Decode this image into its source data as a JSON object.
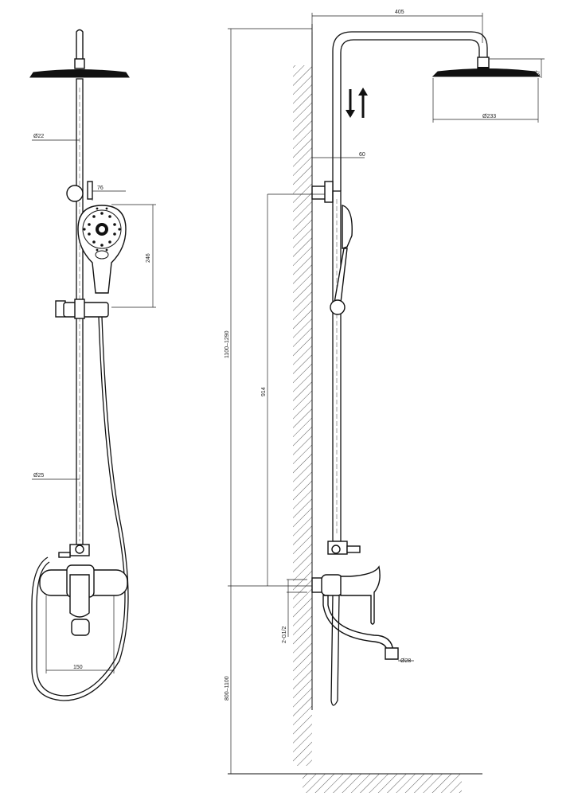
{
  "dimensions": {
    "width_top_arm": "405",
    "rain_head_height": "57",
    "rain_head_diameter": "Ø233",
    "wall_offset": "60",
    "upper_pipe_diameter": "Ø22",
    "lower_pipe_diameter": "Ø25",
    "hand_shower_width": "76",
    "hand_shower_length": "246",
    "overall_height": "1100–1290",
    "bar_height": "914",
    "thread_size": "2-G1/2",
    "mixer_height": "800–1100",
    "spout_diameter": "Ø28",
    "mixer_width": "150"
  },
  "icons": {
    "height_adjust": "up-down-arrows-icon"
  },
  "colors": {
    "line": "#111111",
    "dimension": "#222222",
    "background": "#ffffff"
  }
}
